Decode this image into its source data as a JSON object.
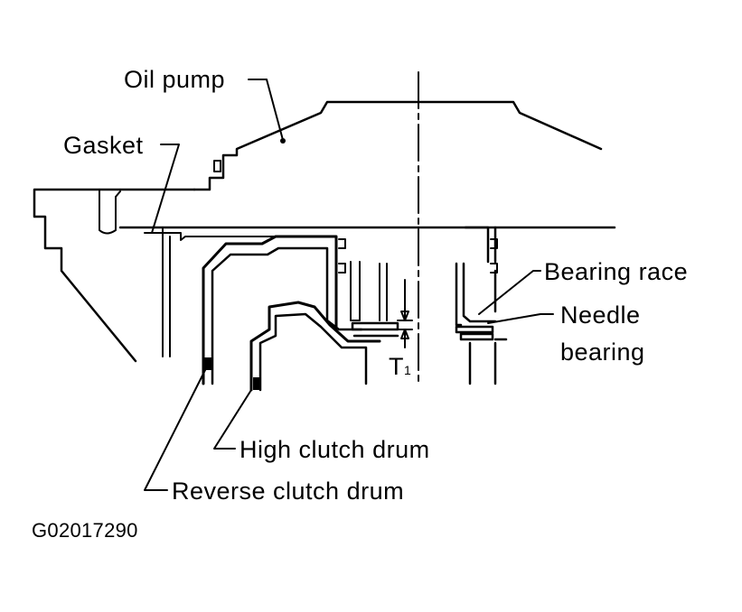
{
  "labels": {
    "oil_pump": "Oil pump",
    "gasket": "Gasket",
    "bearing_race": "Bearing race",
    "needle_line1": "Needle",
    "needle_line2": "bearing",
    "t_main": "T",
    "t_sub": "1",
    "high_clutch_drum": "High clutch drum",
    "reverse_clutch_drum": "Reverse clutch drum",
    "figure_code": "G02017290"
  },
  "colors": {
    "ink": "#000000",
    "paper": "#ffffff"
  }
}
